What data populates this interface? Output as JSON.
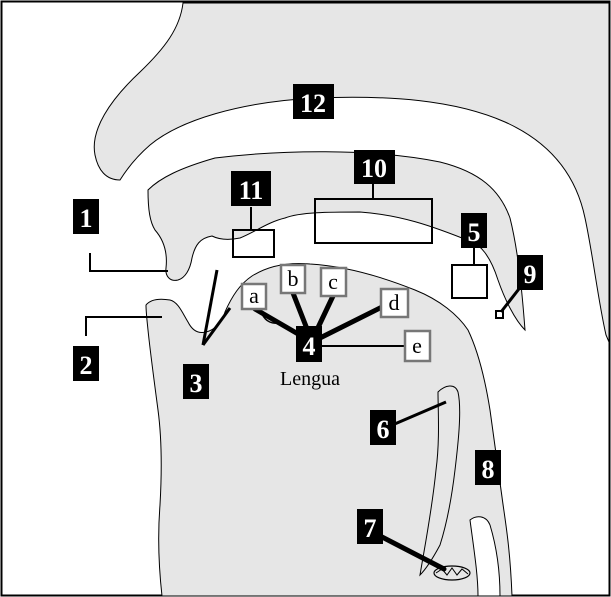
{
  "labels": {
    "n1": "1",
    "n2": "2",
    "n3": "3",
    "n4": "4",
    "n5": "5",
    "n6": "6",
    "n7": "7",
    "n8": "8",
    "n9": "9",
    "n10": "10",
    "n11": "11",
    "n12": "12"
  },
  "letters": {
    "a": "a",
    "b": "b",
    "c": "c",
    "d": "d",
    "e": "e"
  },
  "tongue_label": "Lengua",
  "colors": {
    "fill": "#e6e6e6",
    "line": "#000000",
    "letter_border": "#777777",
    "background": "#ffffff"
  }
}
